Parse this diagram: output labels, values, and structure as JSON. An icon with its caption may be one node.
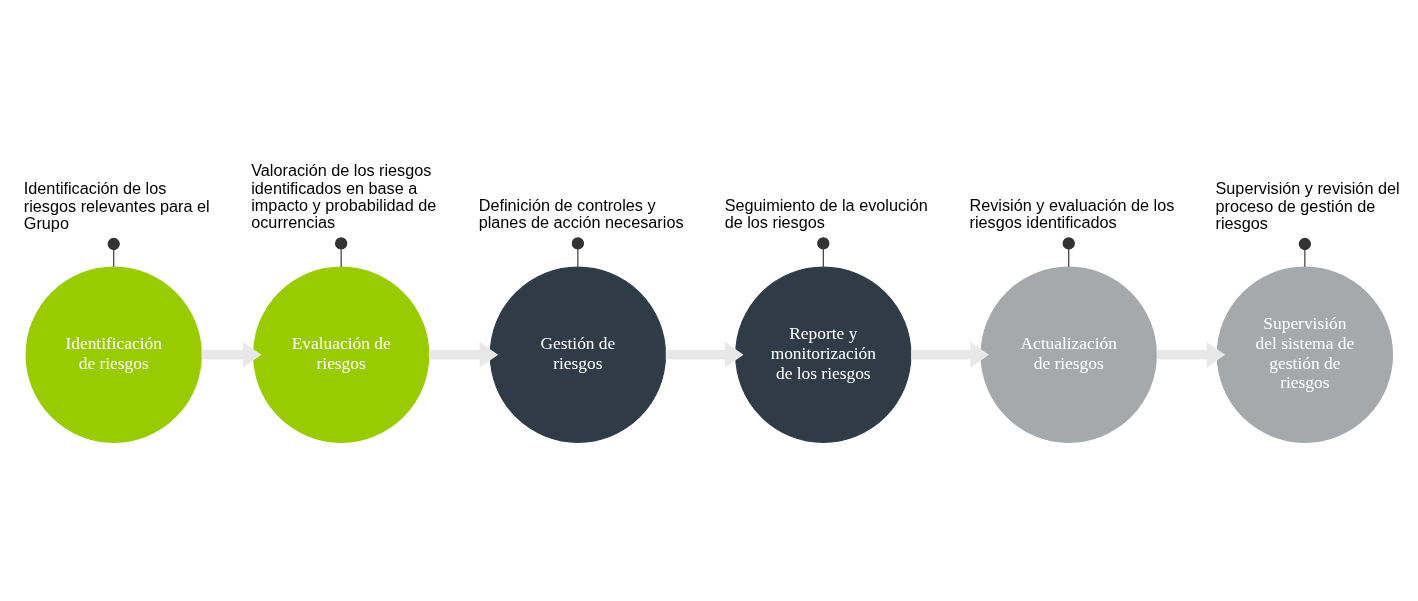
{
  "diagram": {
    "nodes": [
      {
        "text": [
          "Identificación de riesgos"
        ]
      },
      {
        "text": [
          "Evaluación de riesgos"
        ]
      },
      {
        "text": [
          "Gestión de riesgos"
        ]
      },
      {
        "text": [
          "Reporte y monitorización de los riesgos"
        ]
      },
      {
        "text": [
          "Actualización de riesgos"
        ]
      },
      {
        "text": [
          "Supervisión del sistema de gestión de riesgos"
        ]
      },
      {
        "text": [
          "Identificación de los riesgos relevantes para el Grupo"
        ]
      },
      {
        "text": [
          "Valoración de los riesgos identificados en base a impacto y probabilidad de ocurrencias"
        ]
      },
      {
        "text": [
          "Definición de controles y planes de acción necesarios"
        ]
      },
      {
        "text": [
          "Seguimiento de la evolución de los riesgos"
        ]
      },
      {
        "text": [
          "Revisión y evaluación de los riesgos identificados"
        ]
      },
      {
        "text": [
          "Supervisión y revisión del proceso de gestión de riesgos"
        ]
      }
    ],
    "edges": [
      {
        "from": 0,
        "to": 1,
        "arrow": "to",
        "style": "thick",
        "color": "#e8e8e8"
      },
      {
        "from": 1,
        "to": 2,
        "arrow": "to",
        "style": "thick",
        "color": "#e8e8e8"
      },
      {
        "from": 2,
        "to": 3,
        "arrow": "to",
        "style": "thick",
        "color": "#e8e8e8"
      },
      {
        "from": 3,
        "to": 4,
        "arrow": "to",
        "style": "thick",
        "color": "#e8e8e8"
      },
      {
        "from": 4,
        "to": 5,
        "arrow": "to",
        "style": "thick",
        "color": "#e8e8e8"
      },
      {
        "from": 6,
        "to": 0,
        "arrow": "other"
      },
      {
        "from": 7,
        "to": 1,
        "arrow": "other"
      },
      {
        "from": 8,
        "to": 2,
        "arrow": "other"
      },
      {
        "from": 9,
        "to": 3,
        "arrow": "other"
      },
      {
        "from": 10,
        "to": 4,
        "arrow": "other"
      },
      {
        "from": 11,
        "to": 5,
        "arrow": "other"
      }
    ]
  }
}
